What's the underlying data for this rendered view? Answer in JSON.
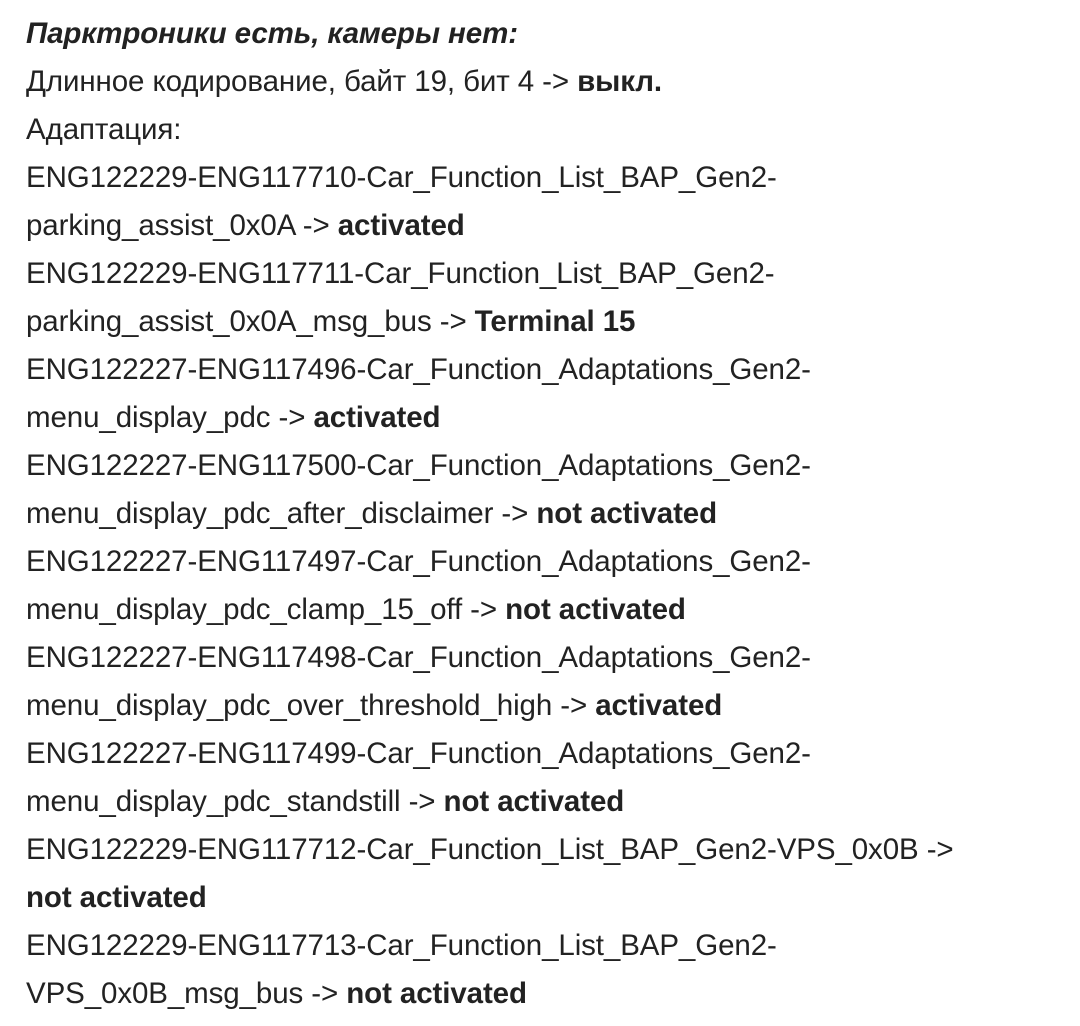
{
  "heading": "Парктроники есть, камеры нет:",
  "coding_line": {
    "text": "Длинное кодирование, байт 19, бит 4 -> ",
    "value": "выкл."
  },
  "adaptation_label": "Адаптация:",
  "entries": [
    {
      "line1": "ENG122229-ENG117710-Car_Function_List_BAP_Gen2-",
      "line2": "parking_assist_0x0A -> ",
      "value": "activated"
    },
    {
      "line1": "ENG122229-ENG117711-Car_Function_List_BAP_Gen2-",
      "line2": "parking_assist_0x0A_msg_bus -> ",
      "value": "Terminal 15"
    },
    {
      "line1": "ENG122227-ENG117496-Car_Function_Adaptations_Gen2-",
      "line2": "menu_display_pdc -> ",
      "value": "activated"
    },
    {
      "line1": "ENG122227-ENG117500-Car_Function_Adaptations_Gen2-",
      "line2": "menu_display_pdc_after_disclaimer -> ",
      "value": "not activated"
    },
    {
      "line1": "ENG122227-ENG117497-Car_Function_Adaptations_Gen2-",
      "line2": "menu_display_pdc_clamp_15_off -> ",
      "value": "not activated"
    },
    {
      "line1": "ENG122227-ENG117498-Car_Function_Adaptations_Gen2-",
      "line2": "menu_display_pdc_over_threshold_high -> ",
      "value": "activated"
    },
    {
      "line1": "ENG122227-ENG117499-Car_Function_Adaptations_Gen2-",
      "line2": "menu_display_pdc_standstill -> ",
      "value": "not activated"
    },
    {
      "line1": "ENG122229-ENG117712-Car_Function_List_BAP_Gen2-VPS_0x0B ->",
      "line2": "",
      "value": "not activated"
    },
    {
      "line1": "ENG122229-ENG117713-Car_Function_List_BAP_Gen2-",
      "line2": "VPS_0x0B_msg_bus -> ",
      "value": "not activated"
    }
  ]
}
